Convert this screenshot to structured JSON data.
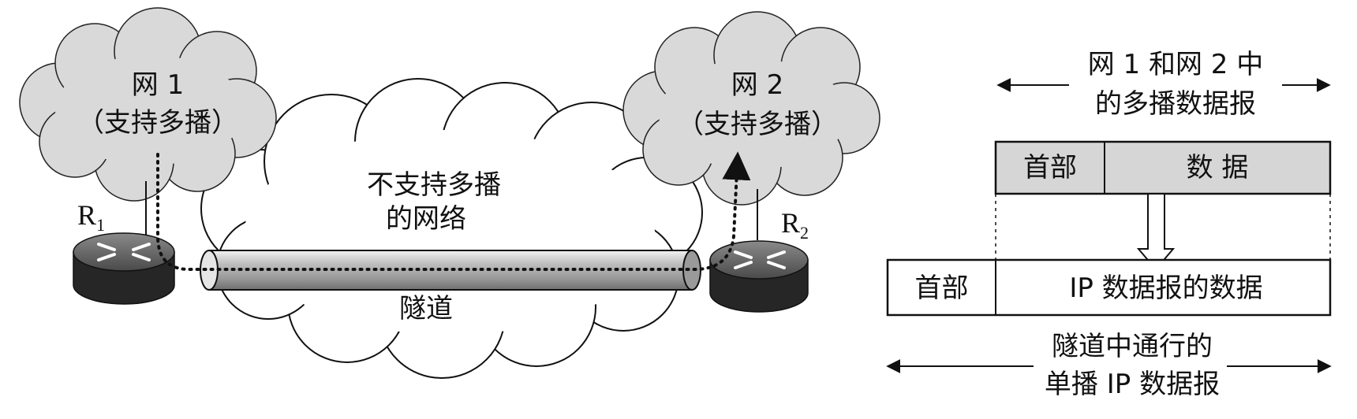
{
  "left_diagram": {
    "net1": {
      "line1": "网 1",
      "line2": "（支持多播）"
    },
    "net2": {
      "line1": "网 2",
      "line2": "（支持多播）"
    },
    "middle_cloud": {
      "line1": "不支持多播",
      "line2": "的网络"
    },
    "tunnel_label": "隧道",
    "router1": {
      "letter": "R",
      "sub": "1"
    },
    "router2": {
      "letter": "R",
      "sub": "2"
    }
  },
  "right_diagram": {
    "top_caption": {
      "line1": "网 1 和网 2 中",
      "line2": "的多播数据报"
    },
    "multicast_packet": {
      "header": "首部",
      "data": "数 据"
    },
    "unicast_packet": {
      "header": "首部",
      "data": "IP 数据报的数据"
    },
    "bottom_caption": {
      "line1": "隧道中通行的",
      "line2": "单播 IP 数据报"
    }
  },
  "colors": {
    "cloud_fill": "#d9d9d9",
    "router_dark": "#2a2a2a",
    "packet_fill": "#d6d6d6",
    "stroke": "#111111"
  }
}
